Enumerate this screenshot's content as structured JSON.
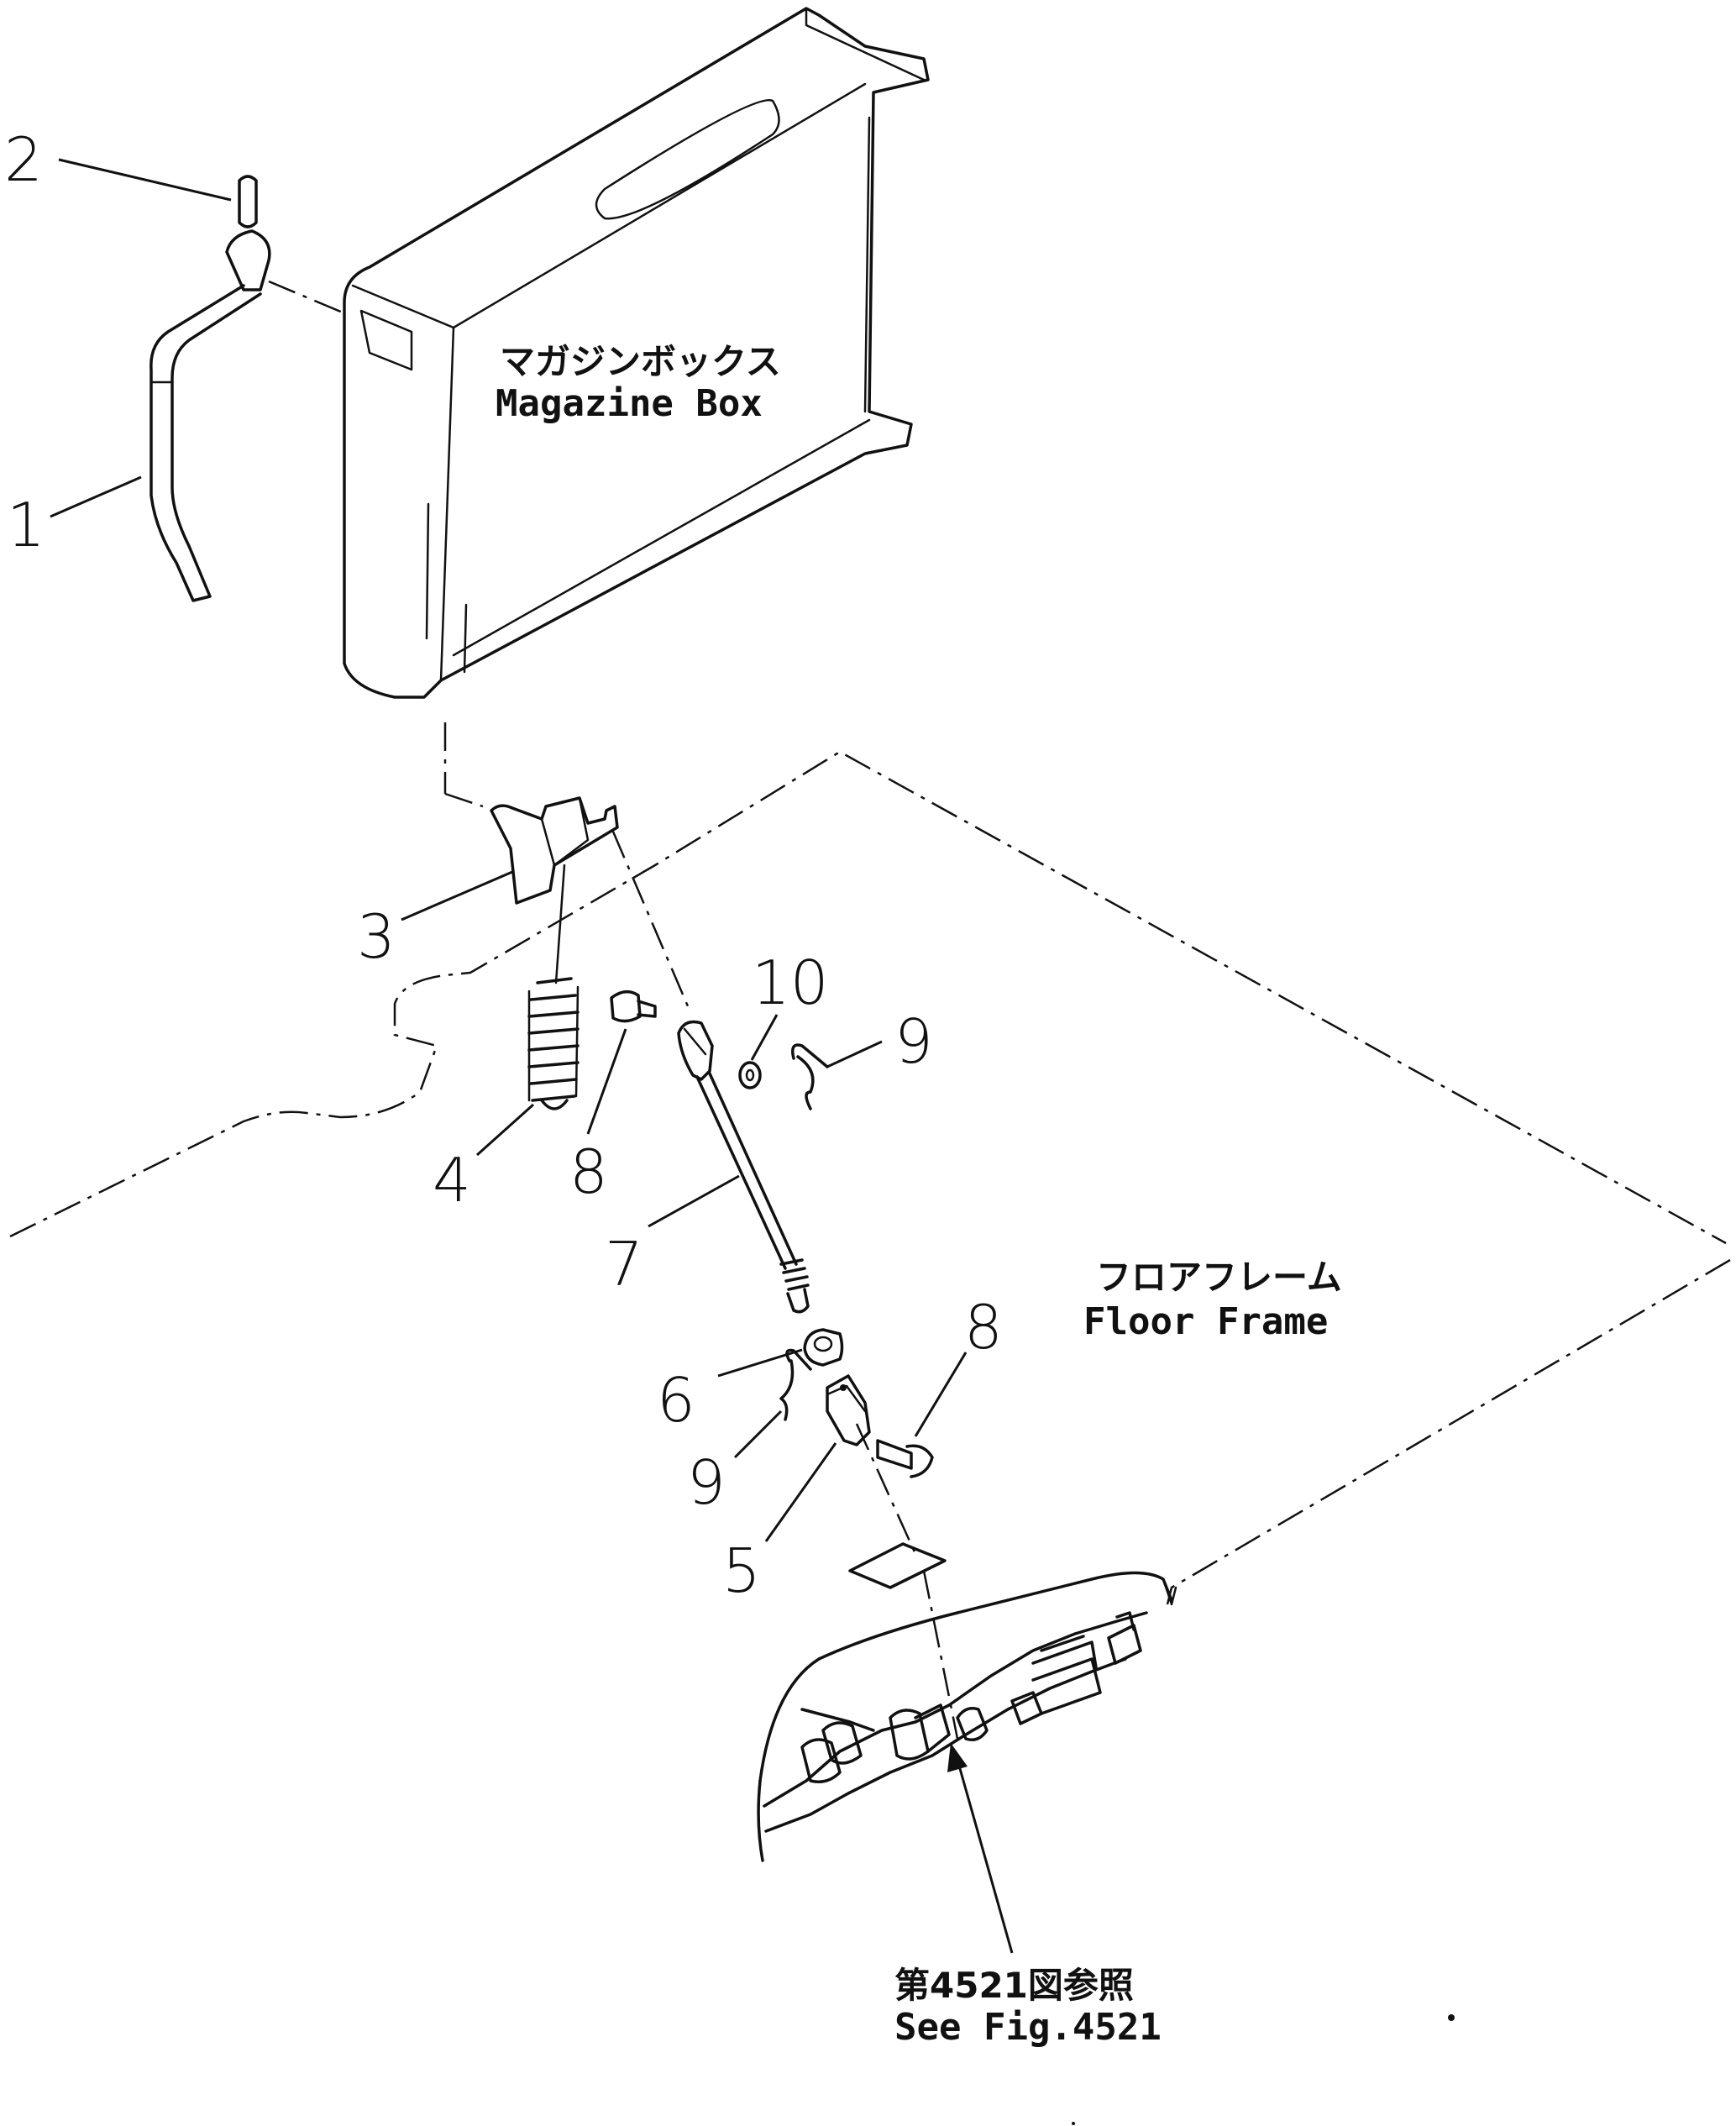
{
  "labels": {
    "magazine_box_jp": "マガジンボックス",
    "magazine_box_en": "Magazine Box",
    "floor_frame_jp": "フロアフレーム",
    "floor_frame_en": "Floor Frame",
    "ref_jp": "第4521図参照",
    "ref_en": "See Fig.4521"
  },
  "callouts": {
    "p1": "1",
    "p2": "2",
    "p3": "3",
    "p4": "4",
    "p5": "5",
    "p6": "6",
    "p7": "7",
    "p8a": "8",
    "p8b": "8",
    "p9a": "9",
    "p9b": "9",
    "p10": "10"
  }
}
